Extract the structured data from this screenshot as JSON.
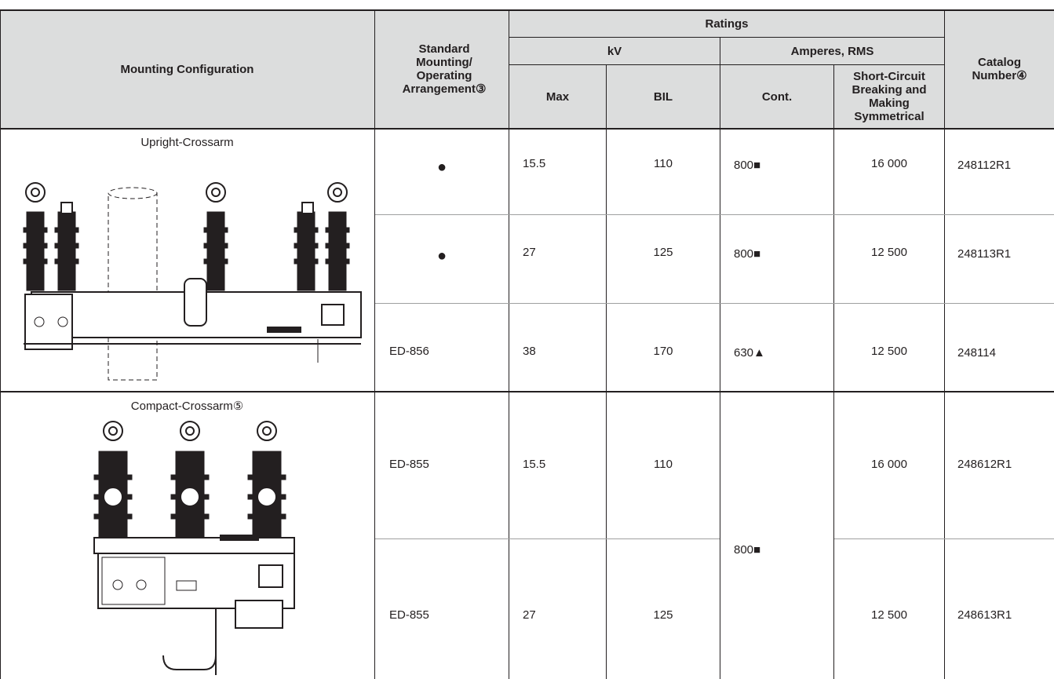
{
  "headers": {
    "mounting_configuration": "Mounting Configuration",
    "standard_mounting": "Standard Mounting/ Operating Arrangement③",
    "ratings": "Ratings",
    "kv": "kV",
    "amperes_rms": "Amperes, RMS",
    "max": "Max",
    "bil": "BIL",
    "cont": "Cont.",
    "short_circuit": "Short-Circuit Breaking and Making Symmetrical",
    "catalog_number": "Catalog Number④"
  },
  "groups": [
    {
      "config": "Upright-Crossarm",
      "rows": [
        {
          "standard": "●",
          "max": "15.5",
          "bil": "110",
          "cont": "800■",
          "short_circuit": "16 000",
          "catalog": "248112R1"
        },
        {
          "standard": "●",
          "max": "27",
          "bil": "125",
          "cont": "800■",
          "short_circuit": "12 500",
          "catalog": "248113R1"
        },
        {
          "standard": "ED-856",
          "max": "38",
          "bil": "170",
          "cont": "630▲",
          "short_circuit": "12 500",
          "catalog": "248114"
        }
      ]
    },
    {
      "config": "Compact-Crossarm⑤",
      "cont_shared": "800■",
      "rows": [
        {
          "standard": "ED-855",
          "max": "15.5",
          "bil": "110",
          "short_circuit": "16 000",
          "catalog": "248612R1"
        },
        {
          "standard": "ED-855",
          "max": "27",
          "bil": "125",
          "short_circuit": "12 500",
          "catalog": "248613R1"
        }
      ]
    }
  ]
}
